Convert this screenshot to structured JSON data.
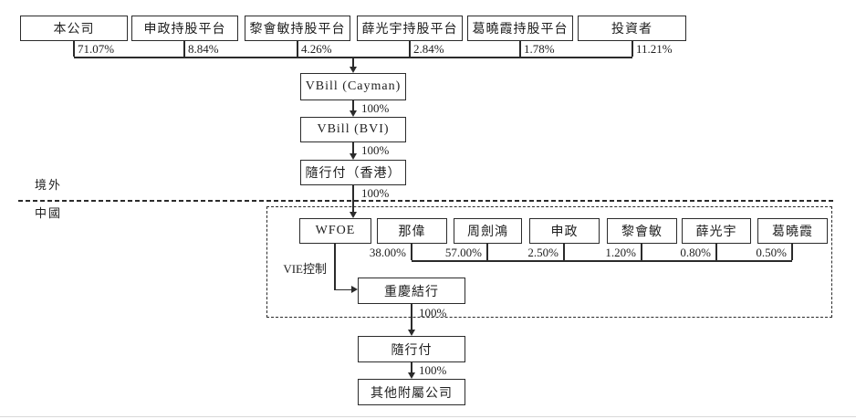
{
  "diagram": {
    "colors": {
      "line": "#2b2b2b",
      "background": "#ffffff"
    },
    "top_row": [
      {
        "label": "本公司",
        "pct": "71.07%"
      },
      {
        "label": "申政持股平台",
        "pct": "8.84%"
      },
      {
        "label": "黎會敏持股平台",
        "pct": "4.26%"
      },
      {
        "label": "薛光宇持股平台",
        "pct": "2.84%"
      },
      {
        "label": "葛曉霞持股平台",
        "pct": "1.78%"
      },
      {
        "label": "投資者",
        "pct": "11.21%"
      }
    ],
    "offshore_chain": [
      {
        "label": "VBill (Cayman)",
        "pct_below": "100%"
      },
      {
        "label": "VBill (BVI)",
        "pct_below": "100%"
      },
      {
        "label": "隨行付（香港）",
        "pct_below": "100%"
      }
    ],
    "region_labels": {
      "offshore": "境外",
      "onshore": "中國"
    },
    "vie": {
      "wfoe": "WFOE",
      "control_label": "VIE控制",
      "shareholders": [
        {
          "label": "那偉",
          "pct": "38.00%"
        },
        {
          "label": "周劍鴻",
          "pct": "57.00%"
        },
        {
          "label": "申政",
          "pct": "2.50%"
        },
        {
          "label": "黎會敏",
          "pct": "1.20%"
        },
        {
          "label": "薛光宇",
          "pct": "0.80%"
        },
        {
          "label": "葛曉霞",
          "pct": "0.50%"
        }
      ],
      "entity": {
        "label": "重慶結行",
        "pct_below": "100%"
      }
    },
    "domestic_chain": [
      {
        "label": "隨行付",
        "pct_below": "100%"
      },
      {
        "label": "其他附屬公司"
      }
    ]
  }
}
